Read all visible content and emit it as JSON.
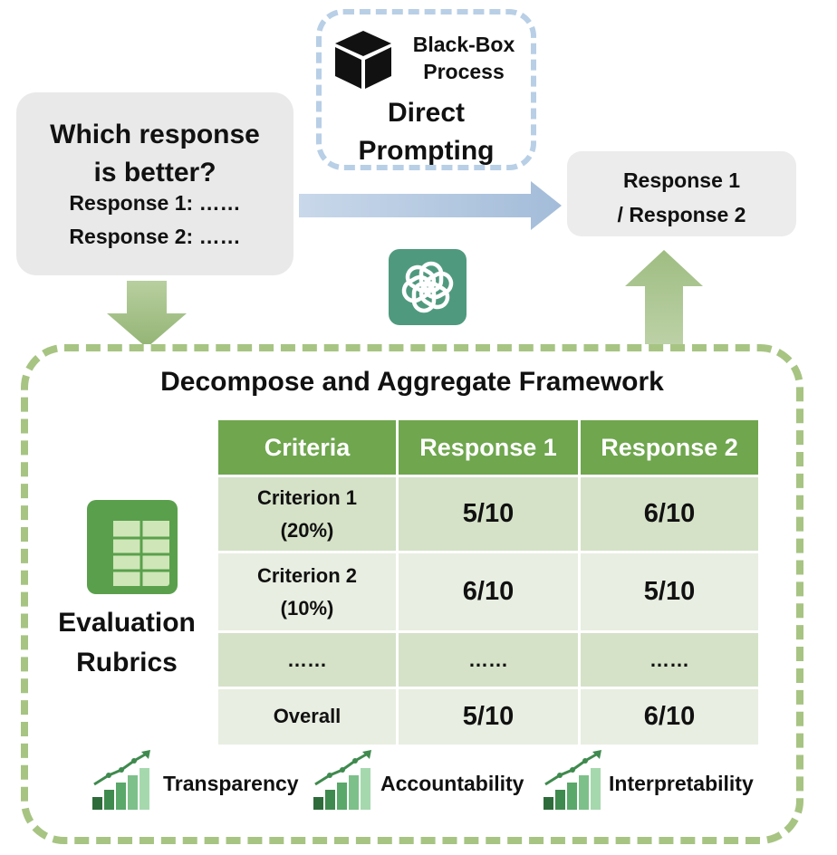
{
  "question": {
    "title_line1": "Which response",
    "title_line2": "is better?",
    "line1": "Response 1: ……",
    "line2": "Response 2: ……"
  },
  "black_box": {
    "label_line1": "Black-Box",
    "label_line2": "Process",
    "method_line1": "Direct",
    "method_line2": "Prompting"
  },
  "result": {
    "line1": "Response 1",
    "line2": "/ Response 2"
  },
  "framework": {
    "title": "Decompose and Aggregate Framework",
    "rubrics_line1": "Evaluation",
    "rubrics_line2": "Rubrics",
    "table": {
      "headers": [
        "Criteria",
        "Response 1",
        "Response 2"
      ],
      "rows": [
        {
          "criterion_line1": "Criterion 1",
          "criterion_line2": "(20%)",
          "r1": "5/10",
          "r2": "6/10"
        },
        {
          "criterion_line1": "Criterion 2",
          "criterion_line2": "(10%)",
          "r1": "6/10",
          "r2": "5/10"
        },
        {
          "criterion_line1": "……",
          "criterion_line2": "",
          "r1": "……",
          "r2": "……"
        },
        {
          "criterion_line1": "Overall",
          "criterion_line2": "",
          "r1": "5/10",
          "r2": "6/10"
        }
      ]
    },
    "properties": [
      "Transparency",
      "Accountability",
      "Interpretability"
    ]
  },
  "icons": {
    "black_box": "cube-icon",
    "llm": "openai-logo-icon",
    "rubric": "spreadsheet-icon",
    "growth": "growth-chart-icon"
  },
  "colors": {
    "blue_arrow": "#a9c1dd",
    "green_arrow": "#9fbd82",
    "header_green": "#6fa64e",
    "frame_green": "#a7c483",
    "logo_teal": "#4f9a7f"
  }
}
